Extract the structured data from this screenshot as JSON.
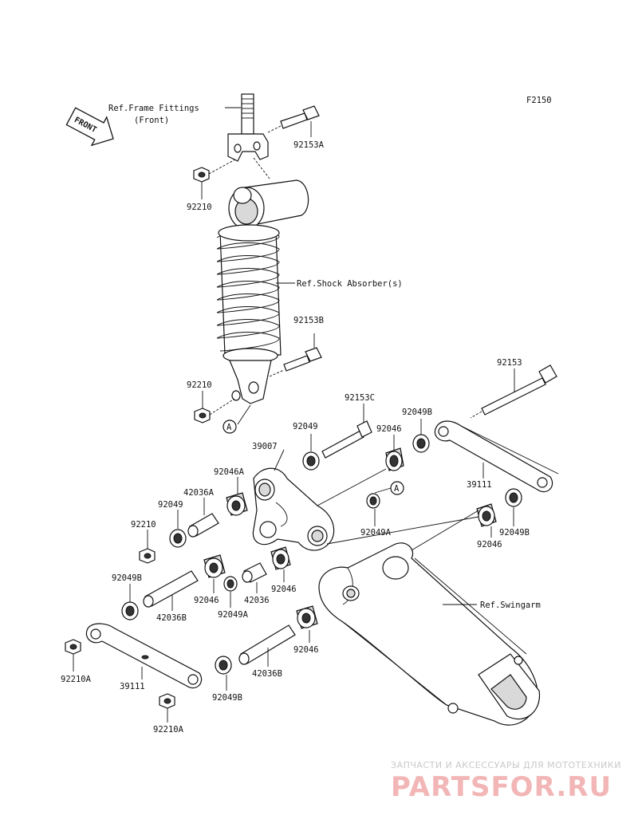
{
  "diagram_code": "F2150",
  "front_arrow_label": "FRONT",
  "references": {
    "frame_fittings": "Ref.Frame Fittings",
    "frame_fittings_sub": "(Front)",
    "shock_absorber": "Ref.Shock Absorber(s)",
    "swingarm": "Ref.Swingarm"
  },
  "callout_a": "A",
  "part_labels": {
    "p92153A": "92153A",
    "p92210_top": "92210",
    "p92153B": "92153B",
    "p92210_mid": "92210",
    "p92153": "92153",
    "p92153C": "92153C",
    "p92049B_top": "92049B",
    "p92049_a": "92049",
    "p92046_a": "92046",
    "p39007": "39007",
    "p92046A": "92046A",
    "p42036A": "42036A",
    "p92049_b": "92049",
    "p92210_low": "92210",
    "p39111_right": "39111",
    "p92049A_right": "92049A",
    "p92049B_right": "92049B",
    "p92046_right": "92046",
    "p92049B_left": "92049B",
    "p92046_mid": "92046",
    "p42036": "42036",
    "p92046_mid2": "92046",
    "p42036B_left": "42036B",
    "p92049A_mid": "92049A",
    "p92046_low": "92046",
    "p42036B_low": "42036B",
    "p92210A_left": "92210A",
    "p39111_left": "39111",
    "p92049B_low": "92049B",
    "p92210A_low": "92210A"
  },
  "watermark": {
    "tagline": "ЗАПЧАСТИ И АКСЕССУАРЫ ДЛЯ МОТОТЕХНИКИ",
    "brand": "PARTSFOR.RU"
  }
}
